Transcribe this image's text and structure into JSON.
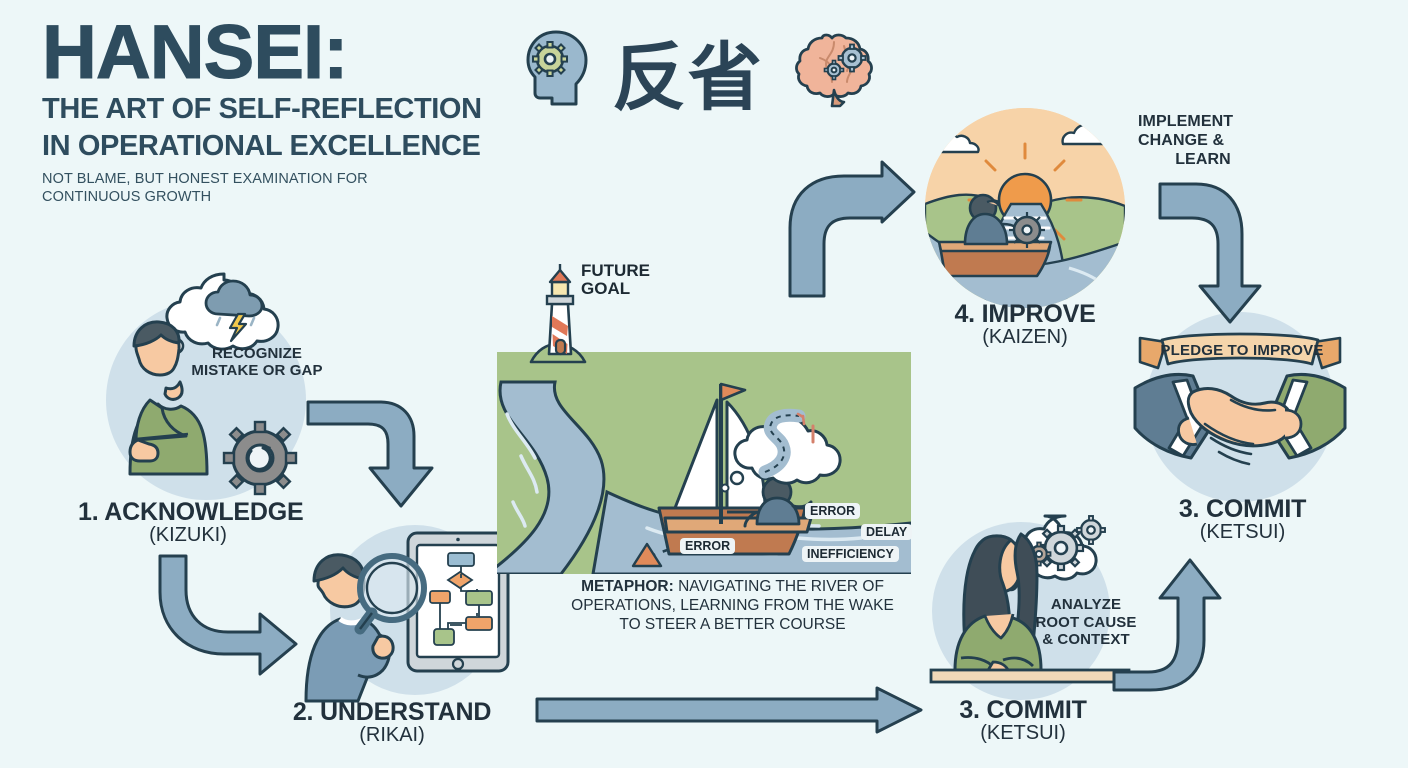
{
  "header": {
    "main_title": "HANSEI:",
    "sub_title_line1": "THE ART OF SELF-REFLECTION",
    "sub_title_line2": "IN OPERATIONAL EXCELLENCE",
    "tagline_line1": "NOT BLAME, BUT HONEST EXAMINATION FOR",
    "tagline_line2": "CONTINUOUS GROWTH",
    "kanji": "反省",
    "head_icon": "head-with-gear-icon",
    "brain_icon": "brain-with-gears-icon"
  },
  "steps": [
    {
      "id": "acknowledge",
      "number": "1.",
      "name": "1. ACKNOWLEDGE",
      "japanese": "(KIZUKI)",
      "callout_line1": "RECOGNIZE",
      "callout_line2": "MISTAKE OR GAP",
      "icon": "person-thinking-with-storm-cloud-icon"
    },
    {
      "id": "understand",
      "number": "2.",
      "name": "2. UNDERSTAND",
      "japanese": "(RIKAI)",
      "callout_line1": "",
      "callout_line2": "",
      "icon": "person-with-magnifier-and-tablet-flowchart-icon"
    },
    {
      "id": "analyze",
      "number": "3.",
      "name": "3. COMMIT",
      "japanese": "(KETSUI)",
      "callout_line1": "ANALYZE",
      "callout_line2": "ROOT CAUSE",
      "callout_line3": "& CONTEXT",
      "icon": "woman-at-desk-with-gears-thought-icon"
    },
    {
      "id": "commit",
      "number": "3.",
      "name": "3. COMMIT",
      "japanese": "(KETSUI)",
      "banner": "PLEDGE TO IMPROVE",
      "icon": "handshake-icon"
    },
    {
      "id": "improve",
      "number": "4.",
      "name": "4. IMPROVE",
      "japanese": "(KAIZEN)",
      "callout_line1": "IMPLEMENT",
      "callout_line2": "CHANGE &",
      "callout_line3": "LEARN",
      "icon": "person-steering-boat-at-sunrise-icon"
    }
  ],
  "metaphor": {
    "future_goal_line1": "FUTURE",
    "future_goal_line2": "GOAL",
    "caption_bold": "METAPHOR:",
    "caption_line1": " NAVIGATING THE RIVER OF",
    "caption_line2": "OPERATIONS, LEARNING FROM THE WAKE",
    "caption_line3": "TO STEER A BETTER COURSE",
    "wake_tags": {
      "error_left": "ERROR",
      "error_right": "ERROR",
      "delay": "DELAY",
      "inefficiency": "INEFFICIENCY"
    },
    "lighthouse_icon": "lighthouse-icon",
    "sailboat_icon": "sailboat-icon",
    "thought_icon": "route-map-thought-bubble-icon"
  },
  "colors": {
    "background": "#edf7f8",
    "ink": "#2e4c5e",
    "arrow_fill": "#8cacc2",
    "arrow_stroke": "#25404f",
    "circle_backdrop": "#cfe0ea",
    "field_green": "#a8c48a",
    "river_blue": "#a3bdd0",
    "shirt_green": "#8faa6f",
    "shirt_blue": "#7b9cb5",
    "skin": "#f7c9a2",
    "boat_brown": "#c07a50",
    "banner_orange": "#e8a86b",
    "sun_orange": "#ef9b4b",
    "brain_peach": "#f0b49a",
    "gear_grey": "#8c8c8c"
  }
}
